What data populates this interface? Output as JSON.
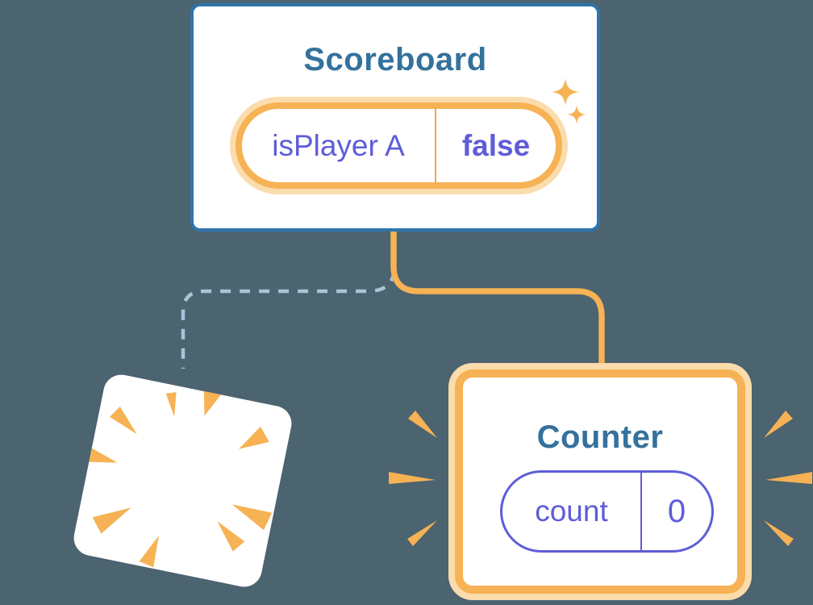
{
  "scoreboard": {
    "title": "Scoreboard",
    "state_name": "isPlayer A",
    "state_value": "false"
  },
  "counter": {
    "title": "Counter",
    "state_name": "count",
    "state_value": "0"
  },
  "colors": {
    "background": "#4c6370",
    "card_fill": "#ffffff",
    "card_border_blue": "#2e74ad",
    "title_blue": "#35719d",
    "state_purple": "#5e5dd8",
    "highlight_orange": "#f6b254",
    "highlight_orange_light": "#fbdcad",
    "pill_divider_orange": "#efa94f",
    "dashed_line_blue": "#a9c4d8"
  }
}
